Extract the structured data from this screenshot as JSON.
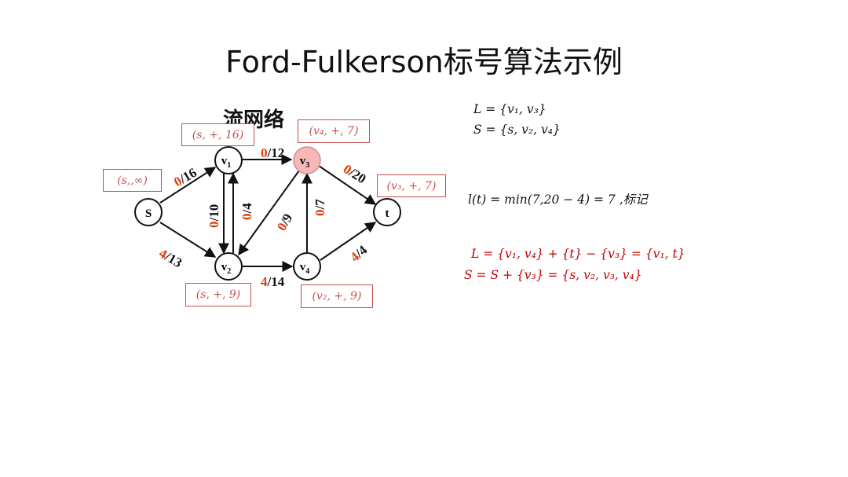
{
  "title": "Ford-Fulkerson标号算法示例",
  "subtitle": "流网络",
  "colors": {
    "label_red": "#c0504d",
    "flow_red": "#e03c0a",
    "highlight_fill": "#f4b8b8",
    "ink": "#111111"
  },
  "nodes": {
    "s": "S",
    "v1": "v",
    "v1_sub": "1",
    "v2": "v",
    "v2_sub": "2",
    "v3": "v",
    "v3_sub": "3",
    "v4": "v",
    "v4_sub": "4",
    "t": "t"
  },
  "edges": [
    {
      "id": "s-v1",
      "flow": "0",
      "cap": "/16"
    },
    {
      "id": "s-v2",
      "flow": "4",
      "cap": "/13"
    },
    {
      "id": "v1-v2",
      "flow": "0",
      "cap": "/10"
    },
    {
      "id": "v2-v1",
      "flow": "0",
      "cap": "/4"
    },
    {
      "id": "v1-v3",
      "flow": "0",
      "cap": "/12"
    },
    {
      "id": "v3-v2",
      "flow": "0",
      "cap": "/9"
    },
    {
      "id": "v2-v4",
      "flow": "4",
      "cap": "/14"
    },
    {
      "id": "v4-v3",
      "flow": "0",
      "cap": "/7"
    },
    {
      "id": "v3-t",
      "flow": "0",
      "cap": "/20"
    },
    {
      "id": "v4-t",
      "flow": "4",
      "cap": "/4"
    }
  ],
  "labels": {
    "s": "(s,,∞)",
    "v1": "(s, +, 16)",
    "v2": "(s, +, 9)",
    "v3": "(v₄, +, 7)",
    "v4": "(v₂, +, 9)",
    "t": "(v₃, +, 7)"
  },
  "equations": {
    "L": "L = {v₁, v₃}",
    "S": "S = {s, v₂, v₄}",
    "lt": "l(t) = min(7,20 − 4) = 7 ,标记",
    "L_new": "L = {v₁, v₄} + {t} − {v₃} = {v₁, t}",
    "S_new": "S = S + {v₃} = {s, v₂, v₃, v₄}"
  }
}
